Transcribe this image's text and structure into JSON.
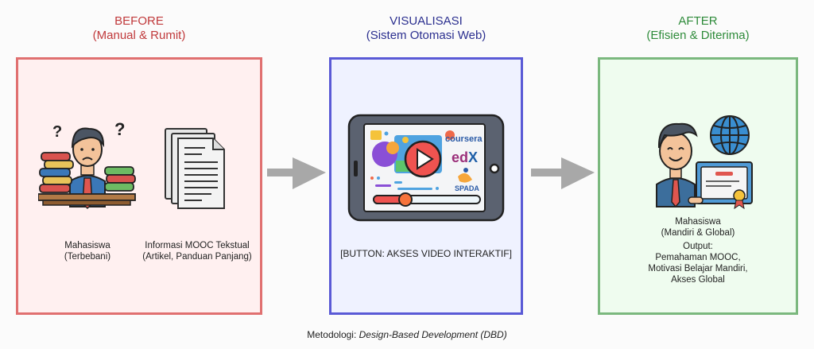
{
  "sections": {
    "before": {
      "title": "BEFORE",
      "subtitle": "(Manual & Rumit)",
      "student_label": "Mahasiswa",
      "student_sub": "(Terbebani)",
      "info_label": "Informasi MOOC Tekstual",
      "info_sub": "(Artikel, Panduan Panjang)",
      "color": "#c0393b"
    },
    "visualisasi": {
      "title": "VISUALISASI",
      "subtitle": "(Sistem Otomasi Web)",
      "button_label": "[BUTTON: AKSES VIDEO INTERAKTIF]",
      "platforms": [
        "coursera",
        "edX",
        "SPADA"
      ],
      "color": "#2b2f8f"
    },
    "after": {
      "title": "AFTER",
      "subtitle": "(Efisien & Diterima)",
      "student_label": "Mahasiswa",
      "student_sub": "(Mandiri & Global)",
      "output_label": "Output:",
      "output_lines": [
        "Pemahaman MOOC,",
        "Motivasi Belajar Mandiri,",
        "Akses Global"
      ],
      "color": "#2e8b3a"
    }
  },
  "footer": {
    "prefix": "Metodologi: ",
    "method": "Design-Based Development (DBD)"
  }
}
